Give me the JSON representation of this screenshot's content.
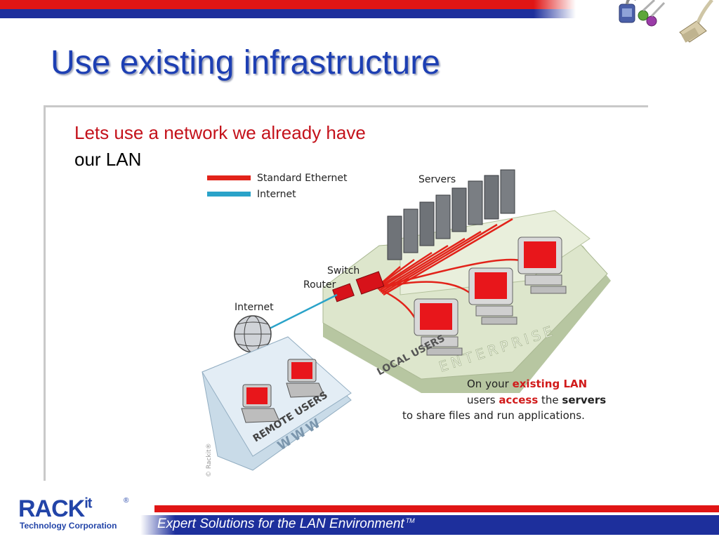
{
  "title": "Use existing infrastructure",
  "subtitle_line1": "Lets use a network we already have",
  "subtitle_line2": "our LAN",
  "diagram": {
    "legend": [
      {
        "label": "Standard Ethernet",
        "color": "#e2231a"
      },
      {
        "label": "Internet",
        "color": "#2aa3c9"
      }
    ],
    "labels": {
      "servers": "Servers",
      "switch": "Switch",
      "router": "Router",
      "internet": "Internet",
      "local_users": "LOCAL USERS",
      "enterprise": "ENTERPRISE",
      "remote_users": "REMOTE USERS",
      "www": "WWW",
      "copyright": "© Rackit®"
    },
    "caption": {
      "line1_plain1": "On your ",
      "line1_bold": "existing LAN",
      "line2_plain1": "users ",
      "line2_bold1": "access",
      "line2_plain2": " the ",
      "line2_bold2": "servers",
      "line3": "to share files and run applications."
    }
  },
  "footer": {
    "tagline": "Expert Solutions for the LAN Environment",
    "tm": "TM",
    "logo_word": "RACK",
    "logo_sup": "it",
    "logo_reg": "®",
    "logo_sub": "Technology Corporation"
  },
  "colors": {
    "title": "#1d3fb3",
    "subtitle": "#c4121b",
    "brand_blue": "#1d2f9c",
    "brand_red": "#e01515"
  }
}
